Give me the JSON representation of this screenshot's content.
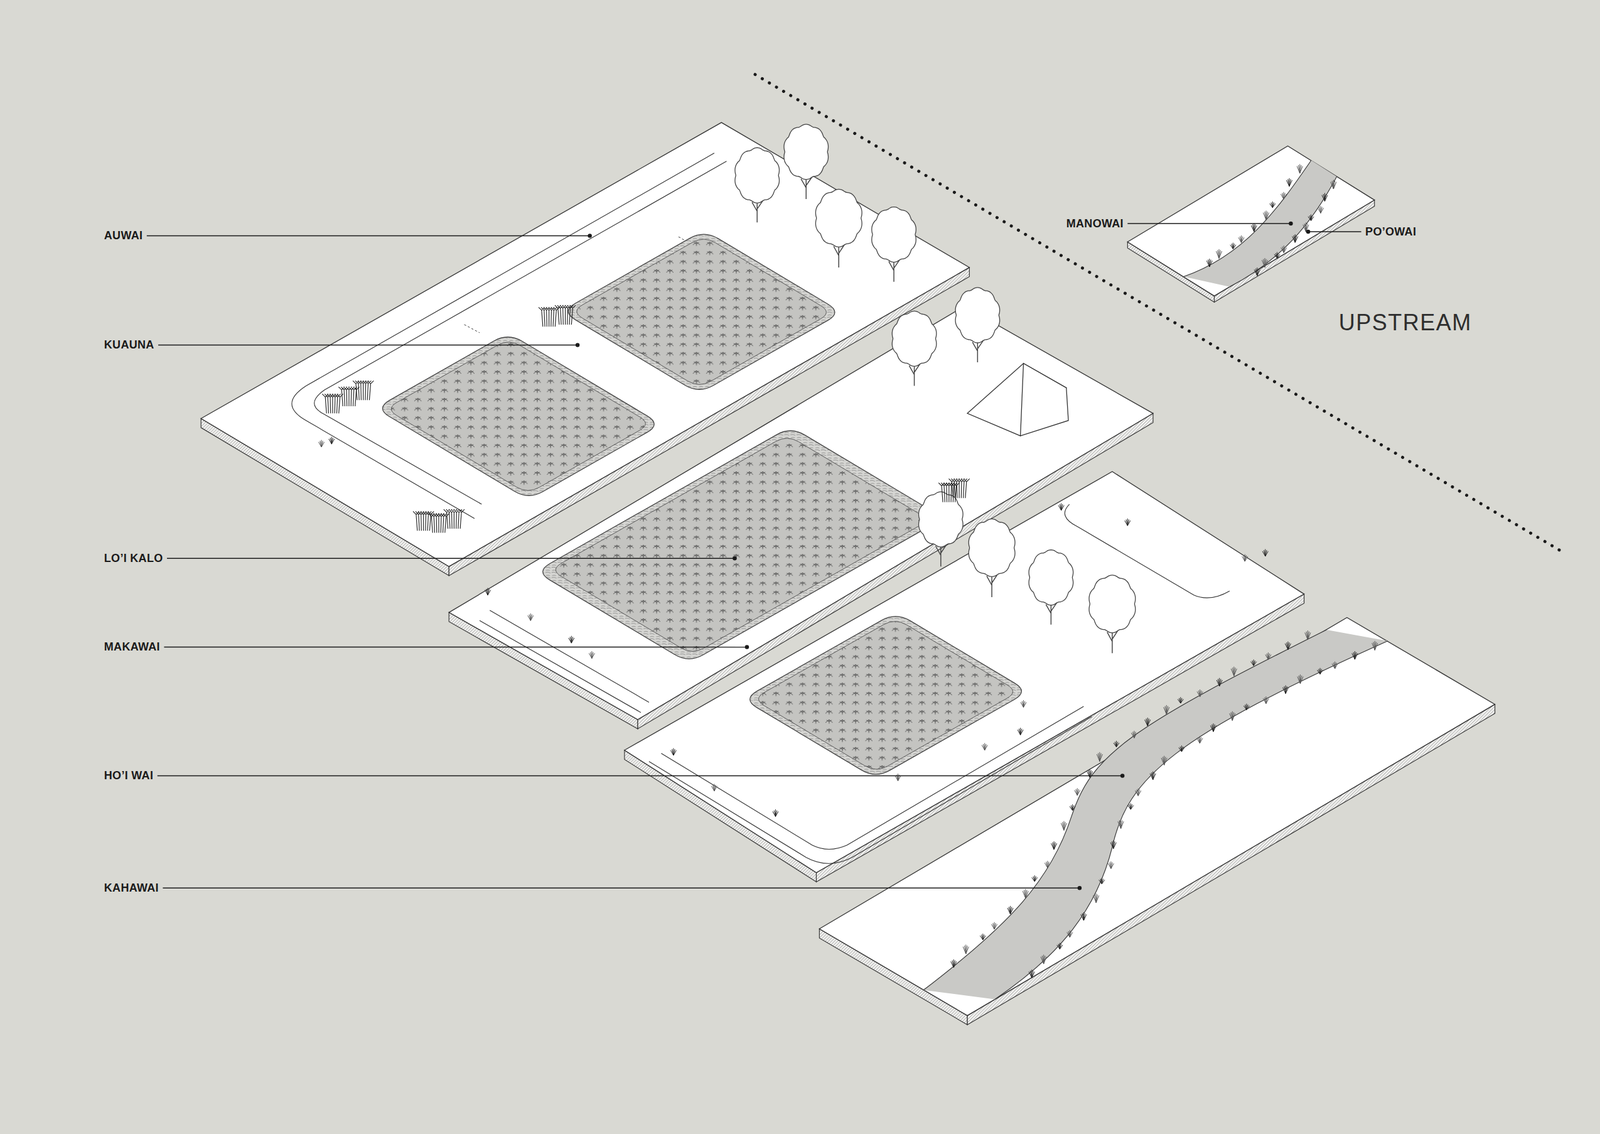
{
  "diagram": {
    "labels": [
      "AUWAI",
      "KUAUNA",
      "LO’I KALO",
      "MAKAWAI",
      "HO’I WAI",
      "KAHAWAI",
      "MANOWAI",
      "PO’OWAI",
      "UPSTREAM"
    ]
  }
}
